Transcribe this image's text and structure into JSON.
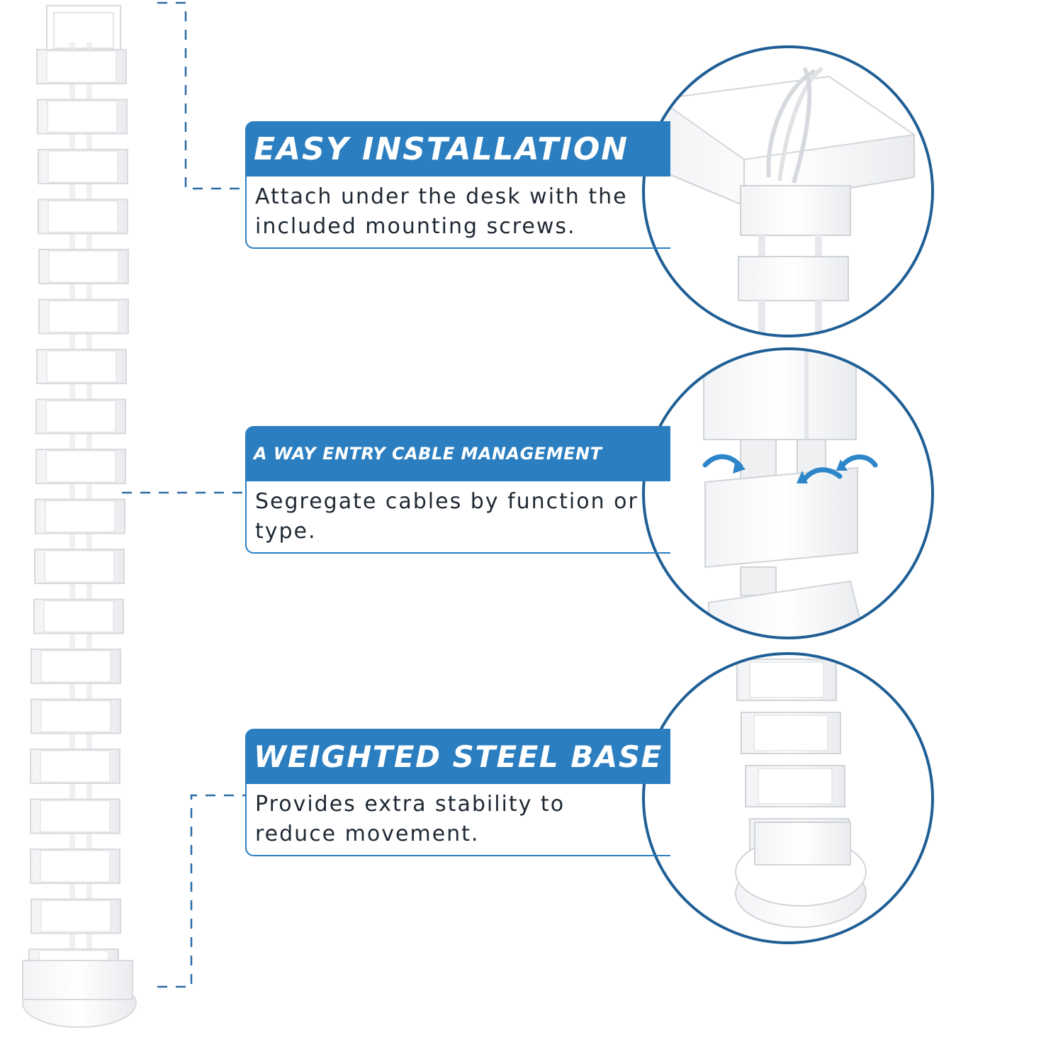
{
  "features": [
    {
      "title": "EASY INSTALLATION",
      "description": "Attach under the desk with the included mounting screws."
    },
    {
      "title": "A WAY ENTRY CABLE MANAGEMENT",
      "description": "Segregate cables by function or type."
    },
    {
      "title": "WEIGHTED STEEL BASE",
      "description": "Provides extra stability to reduce movement."
    }
  ],
  "colors": {
    "accent": "#2b7ec0",
    "circle_stroke": "#1f5f95",
    "text": "#1f2833",
    "product": "#ffffff",
    "product_edge": "#d8dadd"
  },
  "icons": [
    "cable-spine-image",
    "desk-mount-detail-image",
    "cable-entry-detail-image",
    "weighted-base-detail-image",
    "rotate-arrow-icon"
  ]
}
